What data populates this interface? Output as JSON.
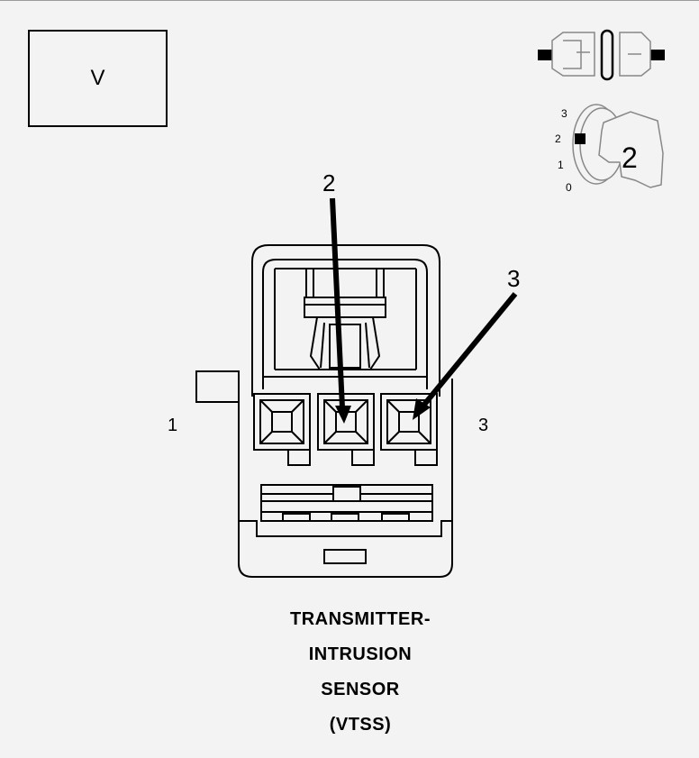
{
  "mode_box": {
    "text": "V"
  },
  "ignition": {
    "positions": [
      "3",
      "2",
      "1",
      "0"
    ],
    "key_number": "2"
  },
  "callouts": {
    "arrow_2": "2",
    "arrow_3": "3"
  },
  "cavity_labels": {
    "left": "1",
    "right": "3"
  },
  "caption": {
    "line1": "TRANSMITTER-",
    "line2": "INTRUSION",
    "line3": "SENSOR",
    "line4": "(VTSS)"
  }
}
